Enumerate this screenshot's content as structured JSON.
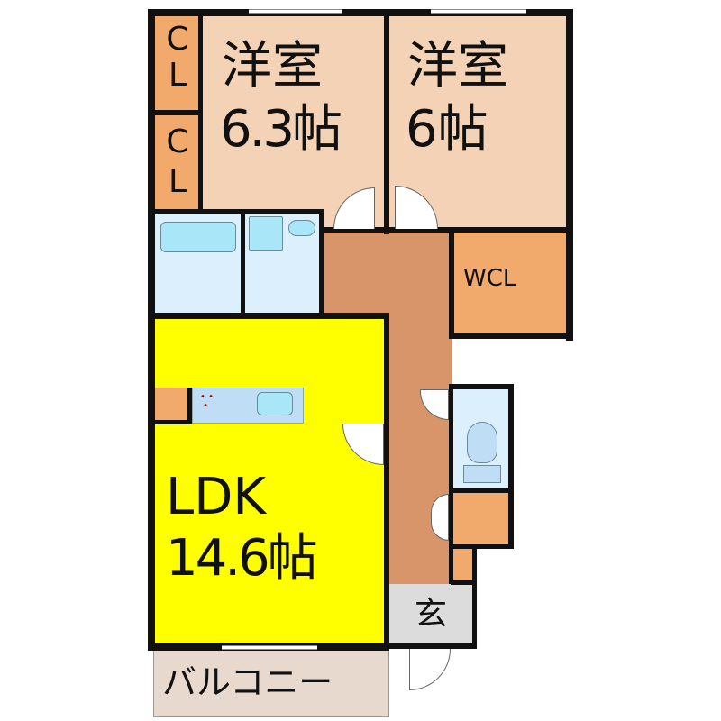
{
  "rooms": {
    "western1": {
      "name": "洋室",
      "size": "6.3帖"
    },
    "western2": {
      "name": "洋室",
      "size": "6帖"
    },
    "closet1": {
      "c": "C",
      "l": "L"
    },
    "closet2": {
      "c": "C",
      "l": "L"
    },
    "wcl": "WCL",
    "ldk": {
      "name": "LDK",
      "size": "14.6帖"
    },
    "entrance": "玄",
    "balcony": "バルコニー"
  },
  "colors": {
    "room": "#F3D2B5",
    "closet": "#F2A96C",
    "hall": "#D9956A",
    "ldk": "#FFFF00",
    "wet": "#DCEFFC",
    "entrance": "#DCDCDC",
    "balcony": "#E8D9CE"
  }
}
